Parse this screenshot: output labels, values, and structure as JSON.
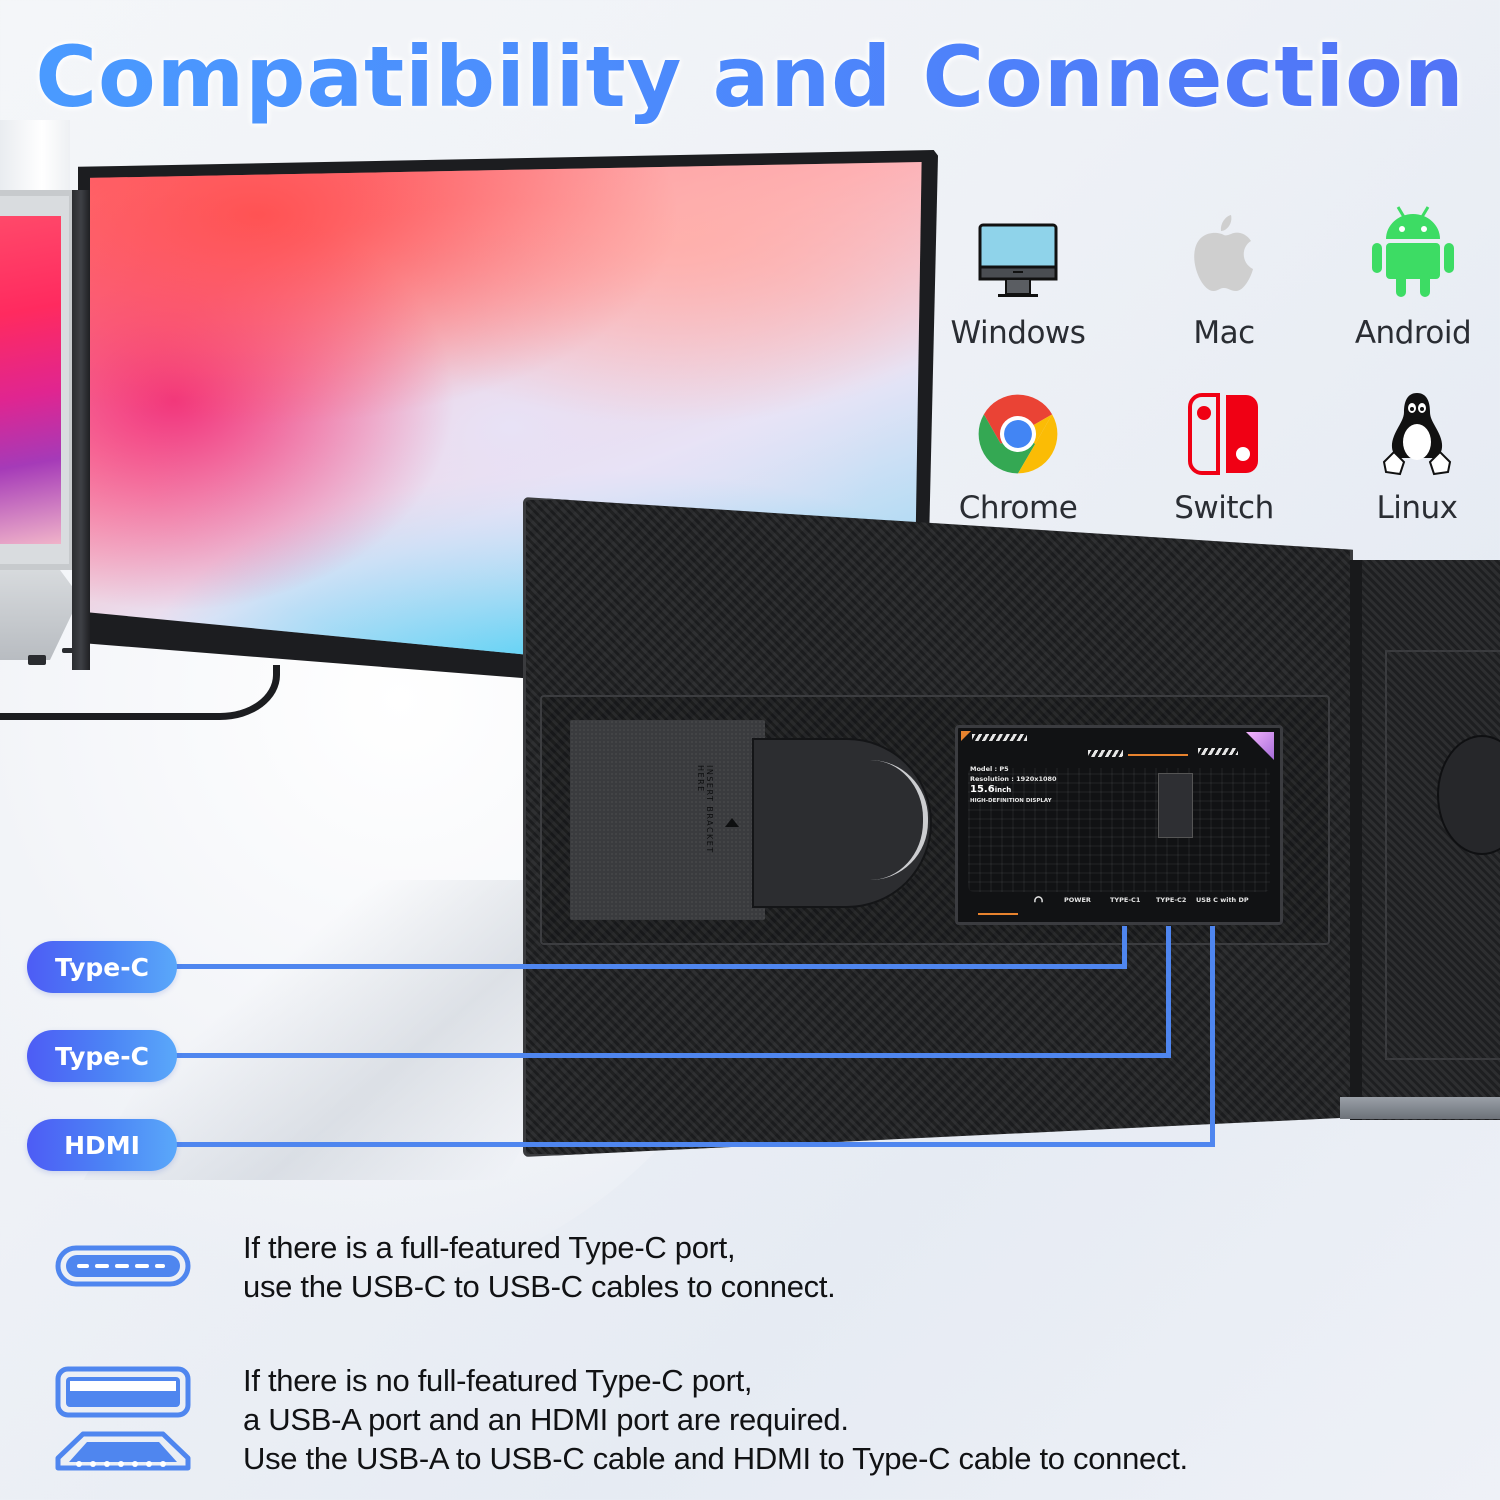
{
  "title": "Compatibility and Connection",
  "compatibility": {
    "items": [
      {
        "label": "Windows",
        "icon": "monitor-icon",
        "color": "#8fd3ea"
      },
      {
        "label": "Mac",
        "icon": "apple-icon",
        "color": "#cfcfcf"
      },
      {
        "label": "Android",
        "icon": "android-icon",
        "color": "#3ddc64"
      },
      {
        "label": "Chrome",
        "icon": "chrome-icon",
        "color": "#4285f4"
      },
      {
        "label": "Switch",
        "icon": "nintendo-switch-icon",
        "color": "#f00014"
      },
      {
        "label": "Linux",
        "icon": "tux-penguin-icon",
        "color": "#111111"
      }
    ]
  },
  "device": {
    "bracket_label": "INSERT BRACKET HERE",
    "plate": {
      "model": "Model : P5",
      "resolution": "Resolution : 1920x1080",
      "size_value": "15.6",
      "size_unit": "inch",
      "subtitle": "HIGH-DEFINITION DISPLAY",
      "ports": [
        "POWER",
        "TYPE-C1",
        "TYPE-C2",
        "USB C with DP"
      ],
      "headphone_icon": "headphone-icon"
    }
  },
  "ports": [
    {
      "label": "Type-C"
    },
    {
      "label": "Type-C"
    },
    {
      "label": "HDMI"
    }
  ],
  "accent_color": "#4f86ef",
  "notes": [
    {
      "icon": "usb-c-port-icon",
      "lines": [
        "If there is a full-featured Type-C port,",
        "use the USB-C to USB-C cables to connect."
      ]
    },
    {
      "icon": "usb-a-and-hdmi-port-icon",
      "lines": [
        "If there is no full-featured Type-C port,",
        "a USB-A port and an HDMI port are required.",
        "Use the USB-A to USB-C cable and HDMI to Type-C cable to connect."
      ]
    }
  ]
}
